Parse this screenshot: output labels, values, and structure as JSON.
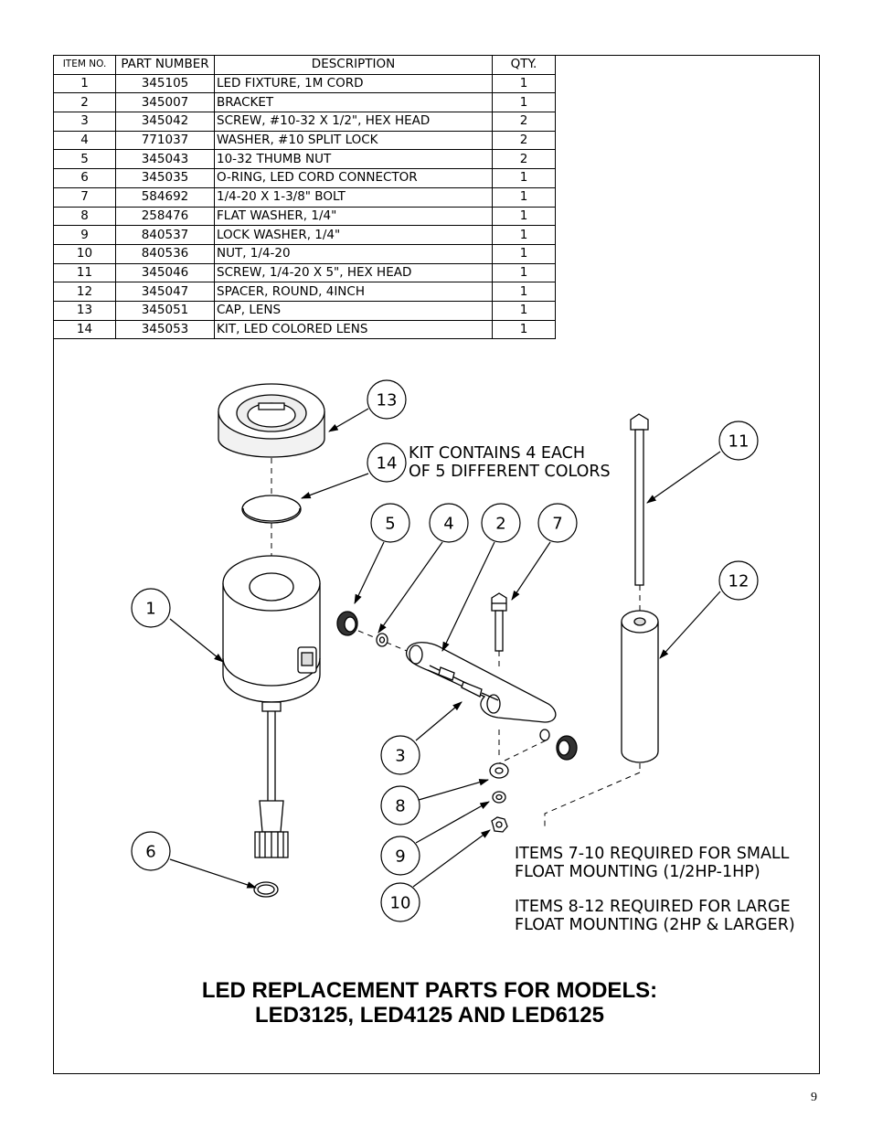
{
  "parts_table": {
    "headers": {
      "item_no": "ITEM NO.",
      "part_number": "PART NUMBER",
      "description": "DESCRIPTION",
      "qty": "QTY."
    },
    "rows": [
      {
        "item": "1",
        "part": "345105",
        "desc": "LED FIXTURE, 1M CORD",
        "qty": "1"
      },
      {
        "item": "2",
        "part": "345007",
        "desc": "BRACKET",
        "qty": "1"
      },
      {
        "item": "3",
        "part": "345042",
        "desc": "SCREW, #10-32 X 1/2\", HEX HEAD",
        "qty": "2"
      },
      {
        "item": "4",
        "part": "771037",
        "desc": "WASHER, #10 SPLIT LOCK",
        "qty": "2"
      },
      {
        "item": "5",
        "part": "345043",
        "desc": "10-32 THUMB NUT",
        "qty": "2"
      },
      {
        "item": "6",
        "part": "345035",
        "desc": "O-RING, LED CORD CONNECTOR",
        "qty": "1"
      },
      {
        "item": "7",
        "part": "584692",
        "desc": "1/4-20 X 1-3/8\" BOLT",
        "qty": "1"
      },
      {
        "item": "8",
        "part": "258476",
        "desc": "FLAT WASHER, 1/4\"",
        "qty": "1"
      },
      {
        "item": "9",
        "part": "840537",
        "desc": "LOCK WASHER, 1/4\"",
        "qty": "1"
      },
      {
        "item": "10",
        "part": "840536",
        "desc": "NUT, 1/4-20",
        "qty": "1"
      },
      {
        "item": "11",
        "part": "345046",
        "desc": "SCREW, 1/4-20 X 5\", HEX HEAD",
        "qty": "1"
      },
      {
        "item": "12",
        "part": "345047",
        "desc": "SPACER, ROUND, 4INCH",
        "qty": "1"
      },
      {
        "item": "13",
        "part": "345051",
        "desc": "CAP, LENS",
        "qty": "1"
      },
      {
        "item": "14",
        "part": "345053",
        "desc": "KIT, LED COLORED LENS",
        "qty": "1"
      }
    ]
  },
  "callouts": [
    "1",
    "2",
    "3",
    "4",
    "5",
    "6",
    "7",
    "8",
    "9",
    "10",
    "11",
    "12",
    "13",
    "14"
  ],
  "notes": {
    "kit_line1": "KIT CONTAINS 4 EACH",
    "kit_line2": "OF 5 DIFFERENT COLORS",
    "small_line1": "ITEMS 7-10 REQUIRED FOR SMALL",
    "small_line2": "FLOAT MOUNTING (1/2HP-1HP)",
    "large_line1": "ITEMS 8-12 REQUIRED FOR LARGE",
    "large_line2": "FLOAT MOUNTING (2HP & LARGER)"
  },
  "title": {
    "line1": "LED REPLACEMENT PARTS FOR MODELS:",
    "line2": "LED3125, LED4125 AND LED6125"
  },
  "page_number": "9",
  "colors": {
    "ink": "#000000",
    "background": "#ffffff",
    "part_shade": "#e6e6e6"
  }
}
